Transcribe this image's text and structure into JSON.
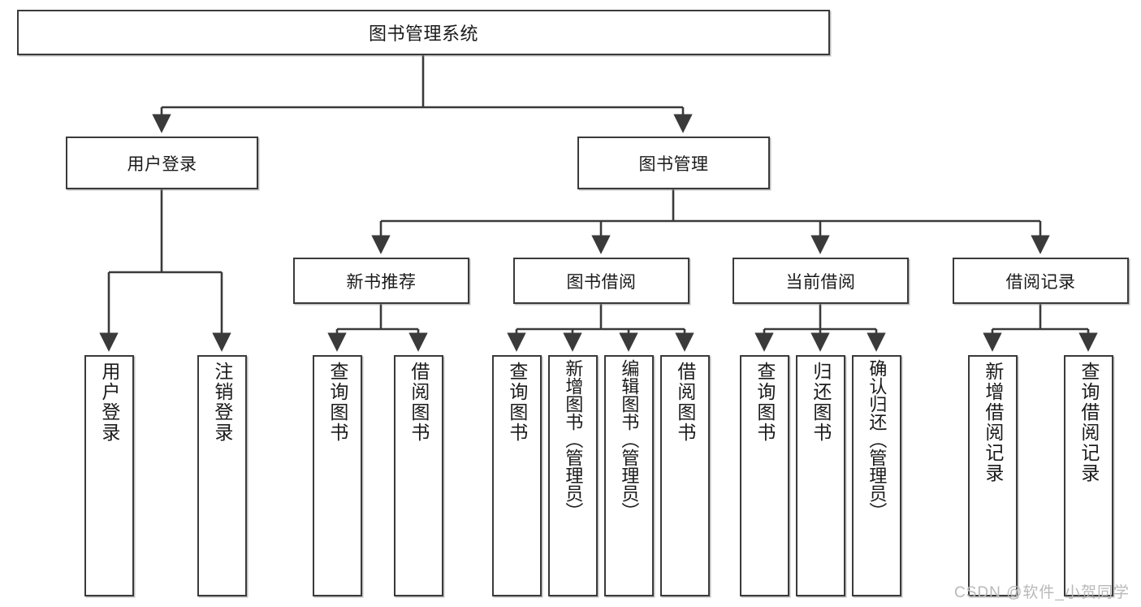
{
  "diagram": {
    "title": "图书管理系统",
    "type": "功能结构图",
    "watermark": "CSDN @软件_小贺同学",
    "line_color": "#3a3a3a",
    "box_fill": "#ffffff",
    "nodes": {
      "root": {
        "label": "图书管理系统"
      },
      "user_login": {
        "label": "用户登录"
      },
      "book_manage": {
        "label": "图书管理"
      },
      "new_book_rec": {
        "label": "新书推荐"
      },
      "book_borrow": {
        "label": "图书借阅"
      },
      "current_borrow": {
        "label": "当前借阅"
      },
      "borrow_record": {
        "label": "借阅记录"
      },
      "leaf_user_login": {
        "label": "用户登录"
      },
      "leaf_logout": {
        "label": "注销登录"
      },
      "leaf_query_book_1": {
        "label": "查询图书"
      },
      "leaf_borrow_book_1": {
        "label": "借阅图书"
      },
      "leaf_query_book_2": {
        "label": "查询图书"
      },
      "leaf_add_book": {
        "label": "新增图书（管理员）"
      },
      "leaf_edit_book": {
        "label": "编辑图书（管理员）"
      },
      "leaf_borrow_book_2": {
        "label": "借阅图书"
      },
      "leaf_query_book_3": {
        "label": "查询图书"
      },
      "leaf_return_book": {
        "label": "归还图书"
      },
      "leaf_confirm_return": {
        "label": "确认归还（管理员）"
      },
      "leaf_add_record": {
        "label": "新增借阅记录"
      },
      "leaf_query_record": {
        "label": "查询借阅记录"
      }
    }
  }
}
